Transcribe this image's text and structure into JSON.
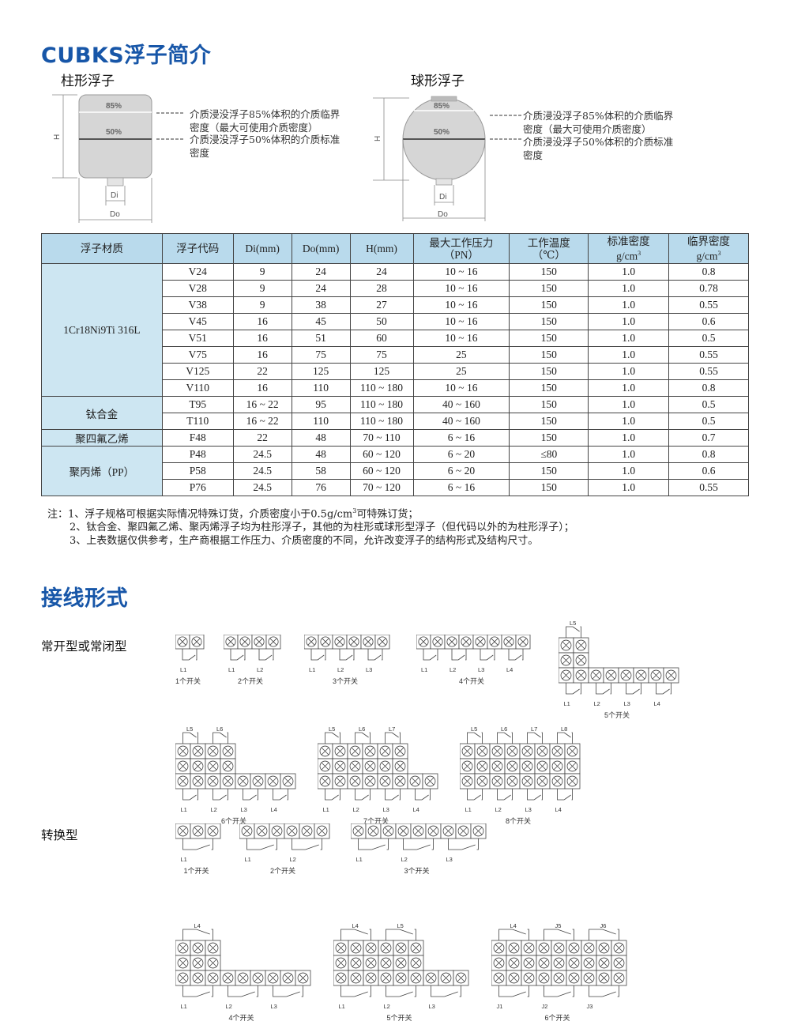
{
  "title": "CUBKS浮子简介",
  "cylinder": {
    "label": "柱形浮子",
    "mark85": "85%",
    "mark50": "50%",
    "dim_h": "H",
    "dim_di": "Di",
    "dim_do": "Do",
    "desc85": [
      "介质浸没浮子85%体积的介质临界",
      "密度（最大可使用介质密度）"
    ],
    "desc50": [
      "介质浸没浮子50%体积的介质标准",
      "密度"
    ]
  },
  "sphere": {
    "label": "球形浮子",
    "mark85": "85%",
    "mark50": "50%",
    "dim_h": "H",
    "dim_di": "Di",
    "dim_do": "Do",
    "desc85": [
      "介质浸没浮子85%体积的介质临界",
      "密度（最大可使用介质密度）"
    ],
    "desc50": [
      "介质浸没浮子50%体积的介质标准",
      "密度"
    ]
  },
  "table": {
    "headers": [
      "浮子材质",
      "浮子代码",
      "Di(mm)",
      "Do(mm)",
      "H(mm)",
      "最大工作压力",
      "（PN）",
      "工作温度",
      "（℃）",
      "标准密度",
      "g/cm",
      "临界密度",
      "g/cm",
      "3"
    ],
    "groups": [
      {
        "material": "1Cr18Ni9Ti 316L",
        "rows": [
          [
            "V24",
            "9",
            "24",
            "24",
            "10 ~ 16",
            "150",
            "1.0",
            "0.8"
          ],
          [
            "V28",
            "9",
            "24",
            "28",
            "10 ~ 16",
            "150",
            "1.0",
            "0.78"
          ],
          [
            "V38",
            "9",
            "38",
            "27",
            "10 ~ 16",
            "150",
            "1.0",
            "0.55"
          ],
          [
            "V45",
            "16",
            "45",
            "50",
            "10 ~ 16",
            "150",
            "1.0",
            "0.6"
          ],
          [
            "V51",
            "16",
            "51",
            "60",
            "10 ~ 16",
            "150",
            "1.0",
            "0.5"
          ],
          [
            "V75",
            "16",
            "75",
            "75",
            "25",
            "150",
            "1.0",
            "0.55"
          ],
          [
            "V125",
            "22",
            "125",
            "125",
            "25",
            "150",
            "1.0",
            "0.55"
          ],
          [
            "V110",
            "16",
            "110",
            "110 ~ 180",
            "10 ~ 16",
            "150",
            "1.0",
            "0.8"
          ]
        ]
      },
      {
        "material": "钛合金",
        "rows": [
          [
            "T95",
            "16 ~ 22",
            "95",
            "110 ~ 180",
            "40 ~ 160",
            "150",
            "1.0",
            "0.5"
          ],
          [
            "T110",
            "16 ~ 22",
            "110",
            "110 ~ 180",
            "40 ~ 160",
            "150",
            "1.0",
            "0.5"
          ]
        ]
      },
      {
        "material": "聚四氟乙烯",
        "rows": [
          [
            "F48",
            "22",
            "48",
            "70 ~ 110",
            "6 ~ 16",
            "150",
            "1.0",
            "0.7"
          ]
        ]
      },
      {
        "material": "聚丙烯（PP）",
        "rows": [
          [
            "P48",
            "24.5",
            "48",
            "60 ~ 120",
            "6 ~ 20",
            "≤80",
            "1.0",
            "0.8"
          ],
          [
            "P58",
            "24.5",
            "58",
            "60 ~ 120",
            "6 ~ 20",
            "150",
            "1.0",
            "0.6"
          ],
          [
            "P76",
            "24.5",
            "76",
            "70 ~ 120",
            "6 ~ 16",
            "150",
            "1.0",
            "0.55"
          ]
        ]
      }
    ]
  },
  "notes": {
    "n1a": "注：1、浮子规格可根据实际情况特殊订货，介质密度小于0.5g/cm",
    "n1sup": "3",
    "n1b": "可特殊订货；",
    "n2": "2、钛合金、聚四氟乙烯、聚丙烯浮子均为柱形浮子，其他的为柱形或球形型浮子（但代码以外的为柱形浮子）；",
    "n3": "3、上表数据仅供参考，生产商根据工作压力、介质密度的不同，允许改变浮子的结构形式及结构尺寸。"
  },
  "wiring": {
    "title": "接线形式",
    "type_nc": "常开型或常闭型",
    "type_co": "转换型",
    "nc": [
      {
        "caption": "1个开关",
        "labels": [
          "L1"
        ]
      },
      {
        "caption": "2个开关",
        "labels": [
          "L1",
          "L2"
        ]
      },
      {
        "caption": "3个开关",
        "labels": [
          "L1",
          "L2",
          "L3"
        ]
      },
      {
        "caption": "4个开关",
        "labels": [
          "L1",
          "L2",
          "L3",
          "L4"
        ]
      },
      {
        "caption": "5个开关",
        "labels": [
          "L1",
          "L2",
          "L3",
          "L4"
        ],
        "top": [
          "L5"
        ]
      },
      {
        "caption": "6个开关",
        "labels": [
          "L1",
          "L2",
          "L3",
          "L4"
        ],
        "top": [
          "L5",
          "L6"
        ]
      },
      {
        "caption": "7个开关",
        "labels": [
          "L1",
          "L2",
          "L3",
          "L4"
        ],
        "top": [
          "L5",
          "L6",
          "L7"
        ]
      },
      {
        "caption": "8个开关",
        "labels": [
          "L1",
          "L2",
          "L3",
          "L4"
        ],
        "top": [
          "L5",
          "L6",
          "L7",
          "L8"
        ]
      }
    ],
    "co": [
      {
        "caption": "1个开关",
        "labels": [
          "L1"
        ]
      },
      {
        "caption": "2个开关",
        "labels": [
          "L1",
          "L2"
        ]
      },
      {
        "caption": "3个开关",
        "labels": [
          "L1",
          "L2",
          "L3"
        ]
      },
      {
        "caption": "4个开关",
        "labels": [
          "L1",
          "L2",
          "L3"
        ],
        "top": [
          "L4"
        ]
      },
      {
        "caption": "5个开关",
        "labels": [
          "L1",
          "L2",
          "L3"
        ],
        "top": [
          "L4",
          "L5"
        ]
      },
      {
        "caption": "6个开关",
        "labels": [
          "J1",
          "J2",
          "J3"
        ],
        "top": [
          "L4",
          "J5",
          "J6"
        ]
      }
    ]
  }
}
